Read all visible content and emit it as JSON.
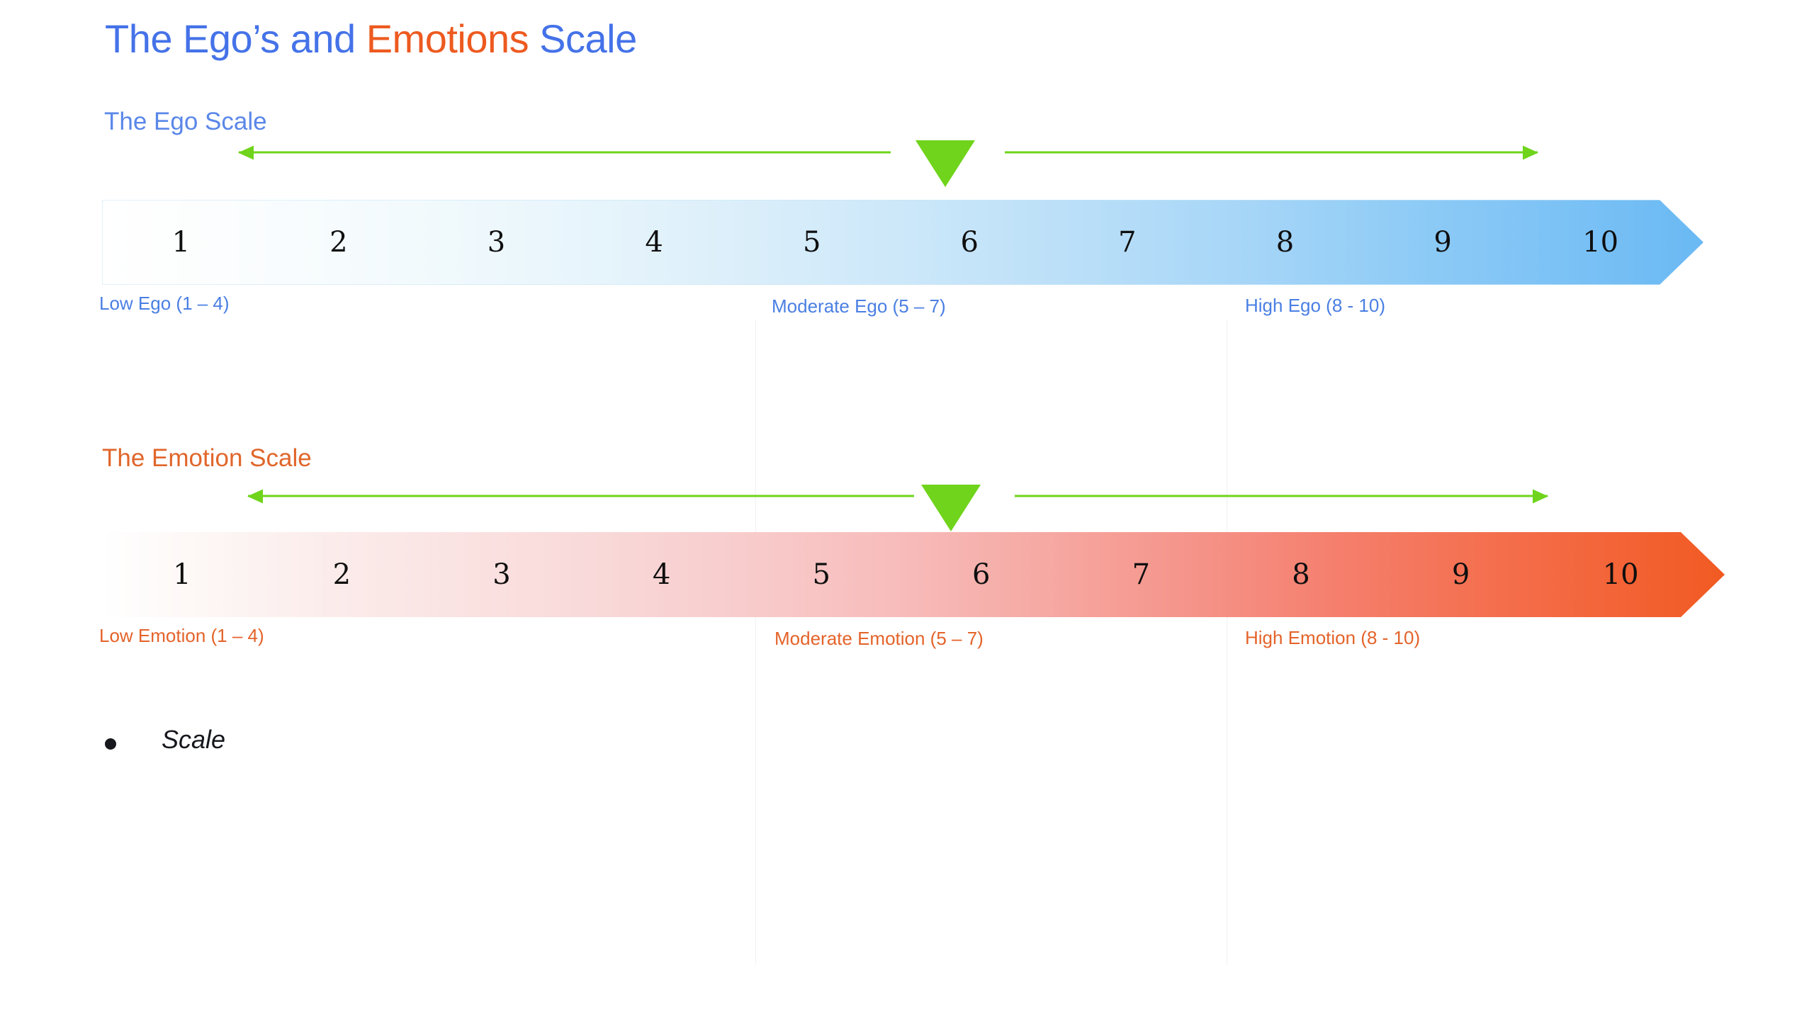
{
  "page": {
    "title_part1": "The Ego’s and ",
    "title_accent": "Emotions",
    "title_part2": " Scale",
    "title_full": "The Ego’s and Emotions Scale"
  },
  "colors": {
    "ego_blue": "#4472E8",
    "ego_heading_blue": "#5A87E8",
    "ego_label_blue": "#4A7FE3",
    "emotion_orange": "#ED5A20",
    "emotion_heading_orange": "#E0662B",
    "emotion_label_orange": "#E4632A",
    "marker_green": "#6FD41B",
    "ego_bar_end": "#6AB9F4",
    "emotion_bar_end": "#F15A22",
    "number_text": "#0F0F0F"
  },
  "ego_scale": {
    "heading": "The Ego Scale",
    "numbers": [
      "1",
      "2",
      "3",
      "4",
      "5",
      "6",
      "7",
      "8",
      "9",
      "10"
    ],
    "marker_value": "6",
    "bands": {
      "low": "Low Ego (1 – 4)",
      "moderate": "Moderate Ego (5 – 7)",
      "high": "High Ego (8 - 10)"
    },
    "arrows": {
      "left_direction": "decreasing",
      "right_direction": "increasing"
    }
  },
  "emotion_scale": {
    "heading": "The Emotion Scale",
    "numbers": [
      "1",
      "2",
      "3",
      "4",
      "5",
      "6",
      "7",
      "8",
      "9",
      "10"
    ],
    "marker_value": "6",
    "bands": {
      "low": "Low Emotion (1 – 4)",
      "moderate": "Moderate Emotion (5 – 7)",
      "high": "High Emotion (8 - 10)"
    },
    "arrows": {
      "left_direction": "decreasing",
      "right_direction": "increasing"
    }
  },
  "notes": {
    "bullets": [
      "Scale"
    ]
  },
  "chart_data": {
    "type": "bar",
    "title": "The Ego’s and Emotions Scale",
    "charts": [
      {
        "name": "The Ego Scale",
        "categories": [
          "1",
          "2",
          "3",
          "4",
          "5",
          "6",
          "7",
          "8",
          "9",
          "10"
        ],
        "marker_at": 6,
        "bands": [
          {
            "label": "Low Ego (1 – 4)",
            "range": [
              1,
              4
            ]
          },
          {
            "label": "Moderate Ego (5 – 7)",
            "range": [
              5,
              7
            ]
          },
          {
            "label": "High Ego (8 - 10)",
            "range": [
              8,
              10
            ]
          }
        ],
        "gradient_from": "#FFFFFF",
        "gradient_to": "#6AB9F4"
      },
      {
        "name": "The Emotion Scale",
        "categories": [
          "1",
          "2",
          "3",
          "4",
          "5",
          "6",
          "7",
          "8",
          "9",
          "10"
        ],
        "marker_at": 6,
        "bands": [
          {
            "label": "Low Emotion (1 – 4)",
            "range": [
              1,
              4
            ]
          },
          {
            "label": "Moderate Emotion (5 – 7)",
            "range": [
              5,
              7
            ]
          },
          {
            "label": "High Emotion (8 - 10)",
            "range": [
              8,
              10
            ]
          }
        ],
        "gradient_from": "#FFFFFF",
        "gradient_to": "#F15A22"
      }
    ]
  }
}
